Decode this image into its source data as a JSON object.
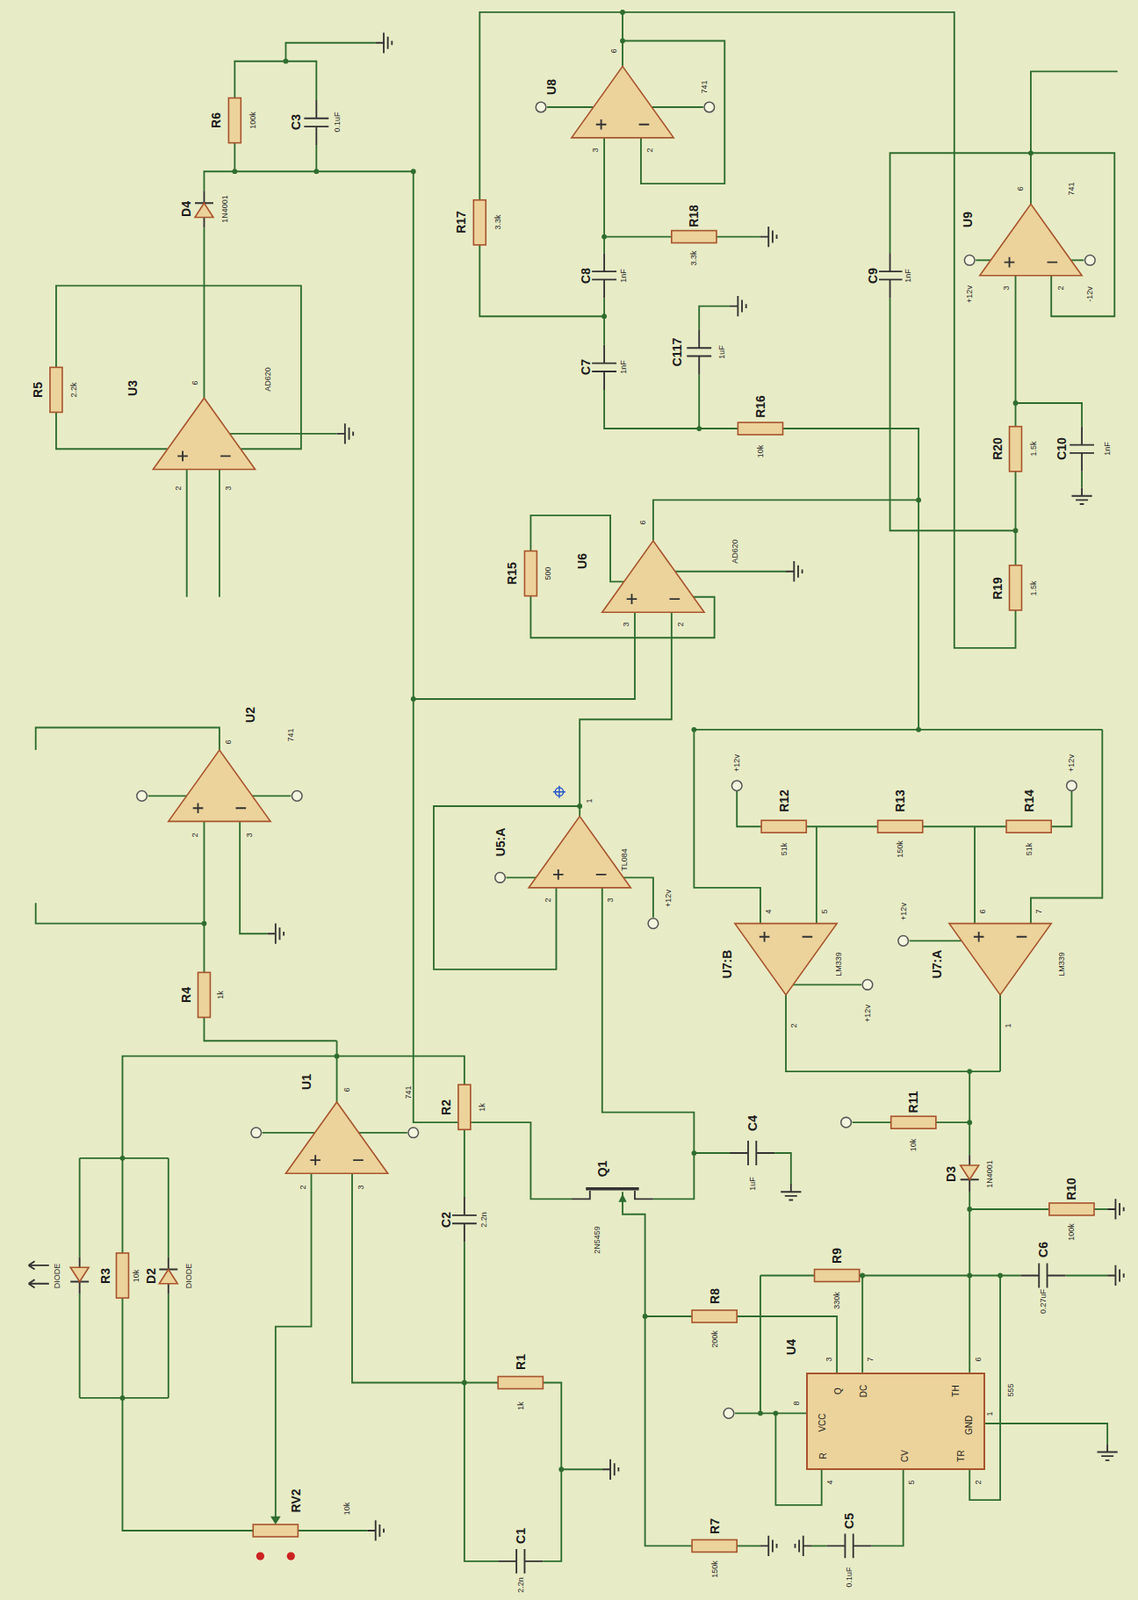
{
  "diagram": {
    "nodes": [
      {
        "text": [
          "Q",
          "DC",
          "TH",
          "VCC",
          "GND",
          "R",
          "CV",
          "TR"
        ]
      }
    ],
    "labels": [
      "R6",
      "100k",
      "C3",
      "0.1uF",
      "D4",
      "1N4001",
      "R5",
      "2.2k",
      "U3",
      "AD620",
      "2",
      "3",
      "6",
      "U2",
      "741",
      "2",
      "3",
      "6",
      "R4",
      "1k",
      "U1",
      "741",
      "2",
      "3",
      "6",
      "R2",
      "1k",
      "C2",
      "2.2n",
      "DIODE",
      "R3",
      "10k",
      "D2",
      "DIODE",
      "R1",
      "1k",
      "C1",
      "2.2n",
      "RV2",
      "10k",
      "U8",
      "741",
      "3",
      "2",
      "6",
      "R17",
      "3.3k",
      "R18",
      "3.3k",
      "C8",
      "1nF",
      "C7",
      "1nF",
      "C117",
      "1uF",
      "R16",
      "10k",
      "U9",
      "741",
      "3",
      "2",
      "6",
      "C9",
      "1nF",
      "R20",
      "1.5k",
      "C10",
      "1nF",
      "R19",
      "1.5k",
      "+12v",
      "-12v",
      "U6",
      "AD620",
      "R15",
      "500",
      "3",
      "2",
      "6",
      "U5:A",
      "TL084",
      "1",
      "2",
      "3",
      "+12v",
      "R12",
      "51k",
      "R13",
      "150k",
      "R14",
      "51k",
      "+12v",
      "+12v",
      "U7:B",
      "LM339",
      "4",
      "5",
      "2",
      "+12v",
      "U7:A",
      "LM339",
      "6",
      "7",
      "1",
      "+12v",
      "Q1",
      "2N5459",
      "C4",
      "1uF",
      "R11",
      "10k",
      "D3",
      "1N4001",
      "R10",
      "100k",
      "R9",
      "330k",
      "C6",
      "0.27uF",
      "R8",
      "200k",
      "R7",
      "150k",
      "C5",
      "0.1uF",
      "U4",
      "555",
      "3",
      "7",
      "6",
      "8",
      "4",
      "5",
      "2",
      "1"
    ]
  }
}
